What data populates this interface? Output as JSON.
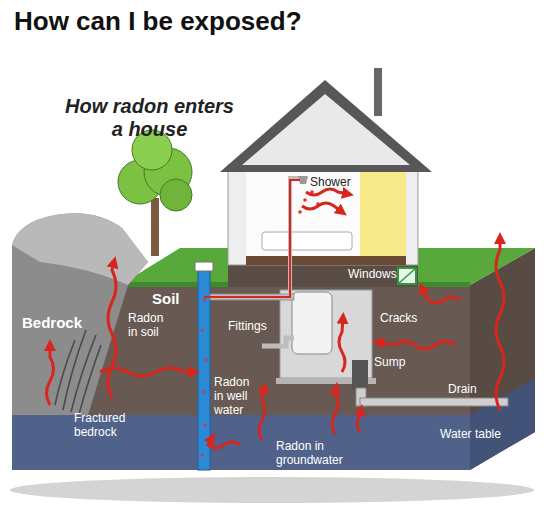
{
  "diagram": {
    "title": "How can I be exposed?",
    "labels": [
      "How radon enters a house",
      "Bedrock",
      "Soil",
      "Radon in soil",
      "Fractured bedrock",
      "Radon in well water",
      "Fittings",
      "Shower",
      "Windows",
      "Cracks",
      "Sump",
      "Drain",
      "Water table",
      "Radon in groundwater"
    ]
  }
}
